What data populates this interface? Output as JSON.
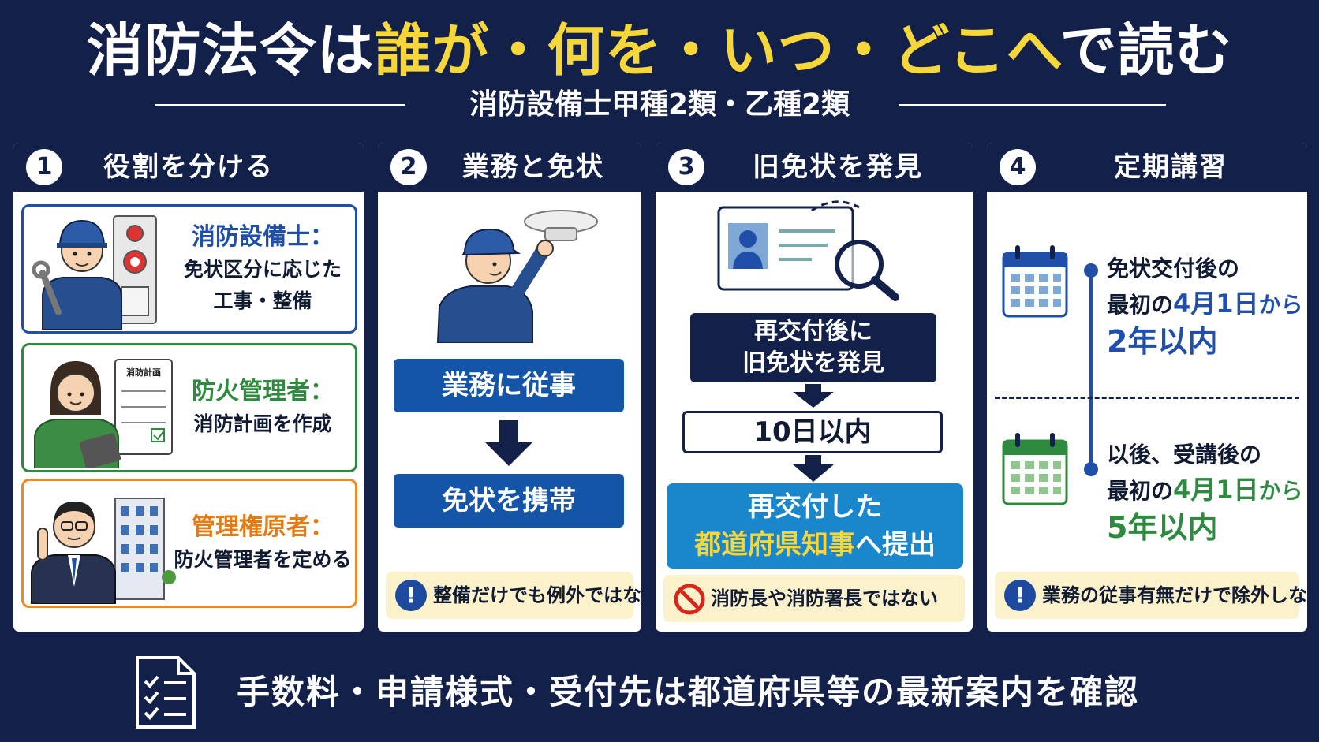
{
  "header": {
    "title_parts": [
      "消防法令は",
      "誰が・何を・いつ・どこへ",
      "で読む"
    ],
    "subtitle": "消防設備士甲種2類・乙種2類"
  },
  "panels": [
    {
      "num": "1",
      "title": "役割を分ける",
      "roles": [
        {
          "name": "消防設備士：",
          "desc1": "免状区分に応じた",
          "desc2": "工事・整備",
          "color": "#1f4fa8"
        },
        {
          "name": "防火管理者：",
          "desc1": "消防計画を作成",
          "clipboard_label": "消防計画",
          "color": "#2e8a3e"
        },
        {
          "name": "管理権原者：",
          "desc1": "防火管理者を定める",
          "color": "#e57b14"
        }
      ]
    },
    {
      "num": "2",
      "title": "業務と免状",
      "step1": "業務に従事",
      "step2": "免状を携帯",
      "note": "整備だけでも例外ではない",
      "note_icon": "!"
    },
    {
      "num": "3",
      "title": "旧免状を発見",
      "step1_line1": "再交付後に",
      "step1_line2": "旧免状を発見",
      "step2": "10日以内",
      "step3_line1": "再交付した",
      "step3_line2_hl": "都道府県知事",
      "step3_line2_rest": "へ提出",
      "note": "消防長や消防署長ではない"
    },
    {
      "num": "4",
      "title": "定期講習",
      "first": {
        "line1": "免状交付後の",
        "line2_a": "最初の",
        "line2_b": "4月1日",
        "line2_c": "から",
        "big": "2年以内"
      },
      "second": {
        "line1": "以後、受講後の",
        "line2_a": "最初の",
        "line2_b": "4月1日",
        "line2_c": "から",
        "big": "5年以内"
      },
      "note": "業務の従事有無だけで除外しない",
      "note_icon": "!"
    }
  ],
  "footer": {
    "text": "手数料・申請様式・受付先は都道府県等の最新案内を確認",
    "icon": "checklist-icon"
  },
  "colors": {
    "navy": "#13204a",
    "yellow": "#f5d63b",
    "blue": "#1f4fa8",
    "green": "#2e8a3e",
    "orange": "#e57b14",
    "cyan": "#1a86cc"
  }
}
